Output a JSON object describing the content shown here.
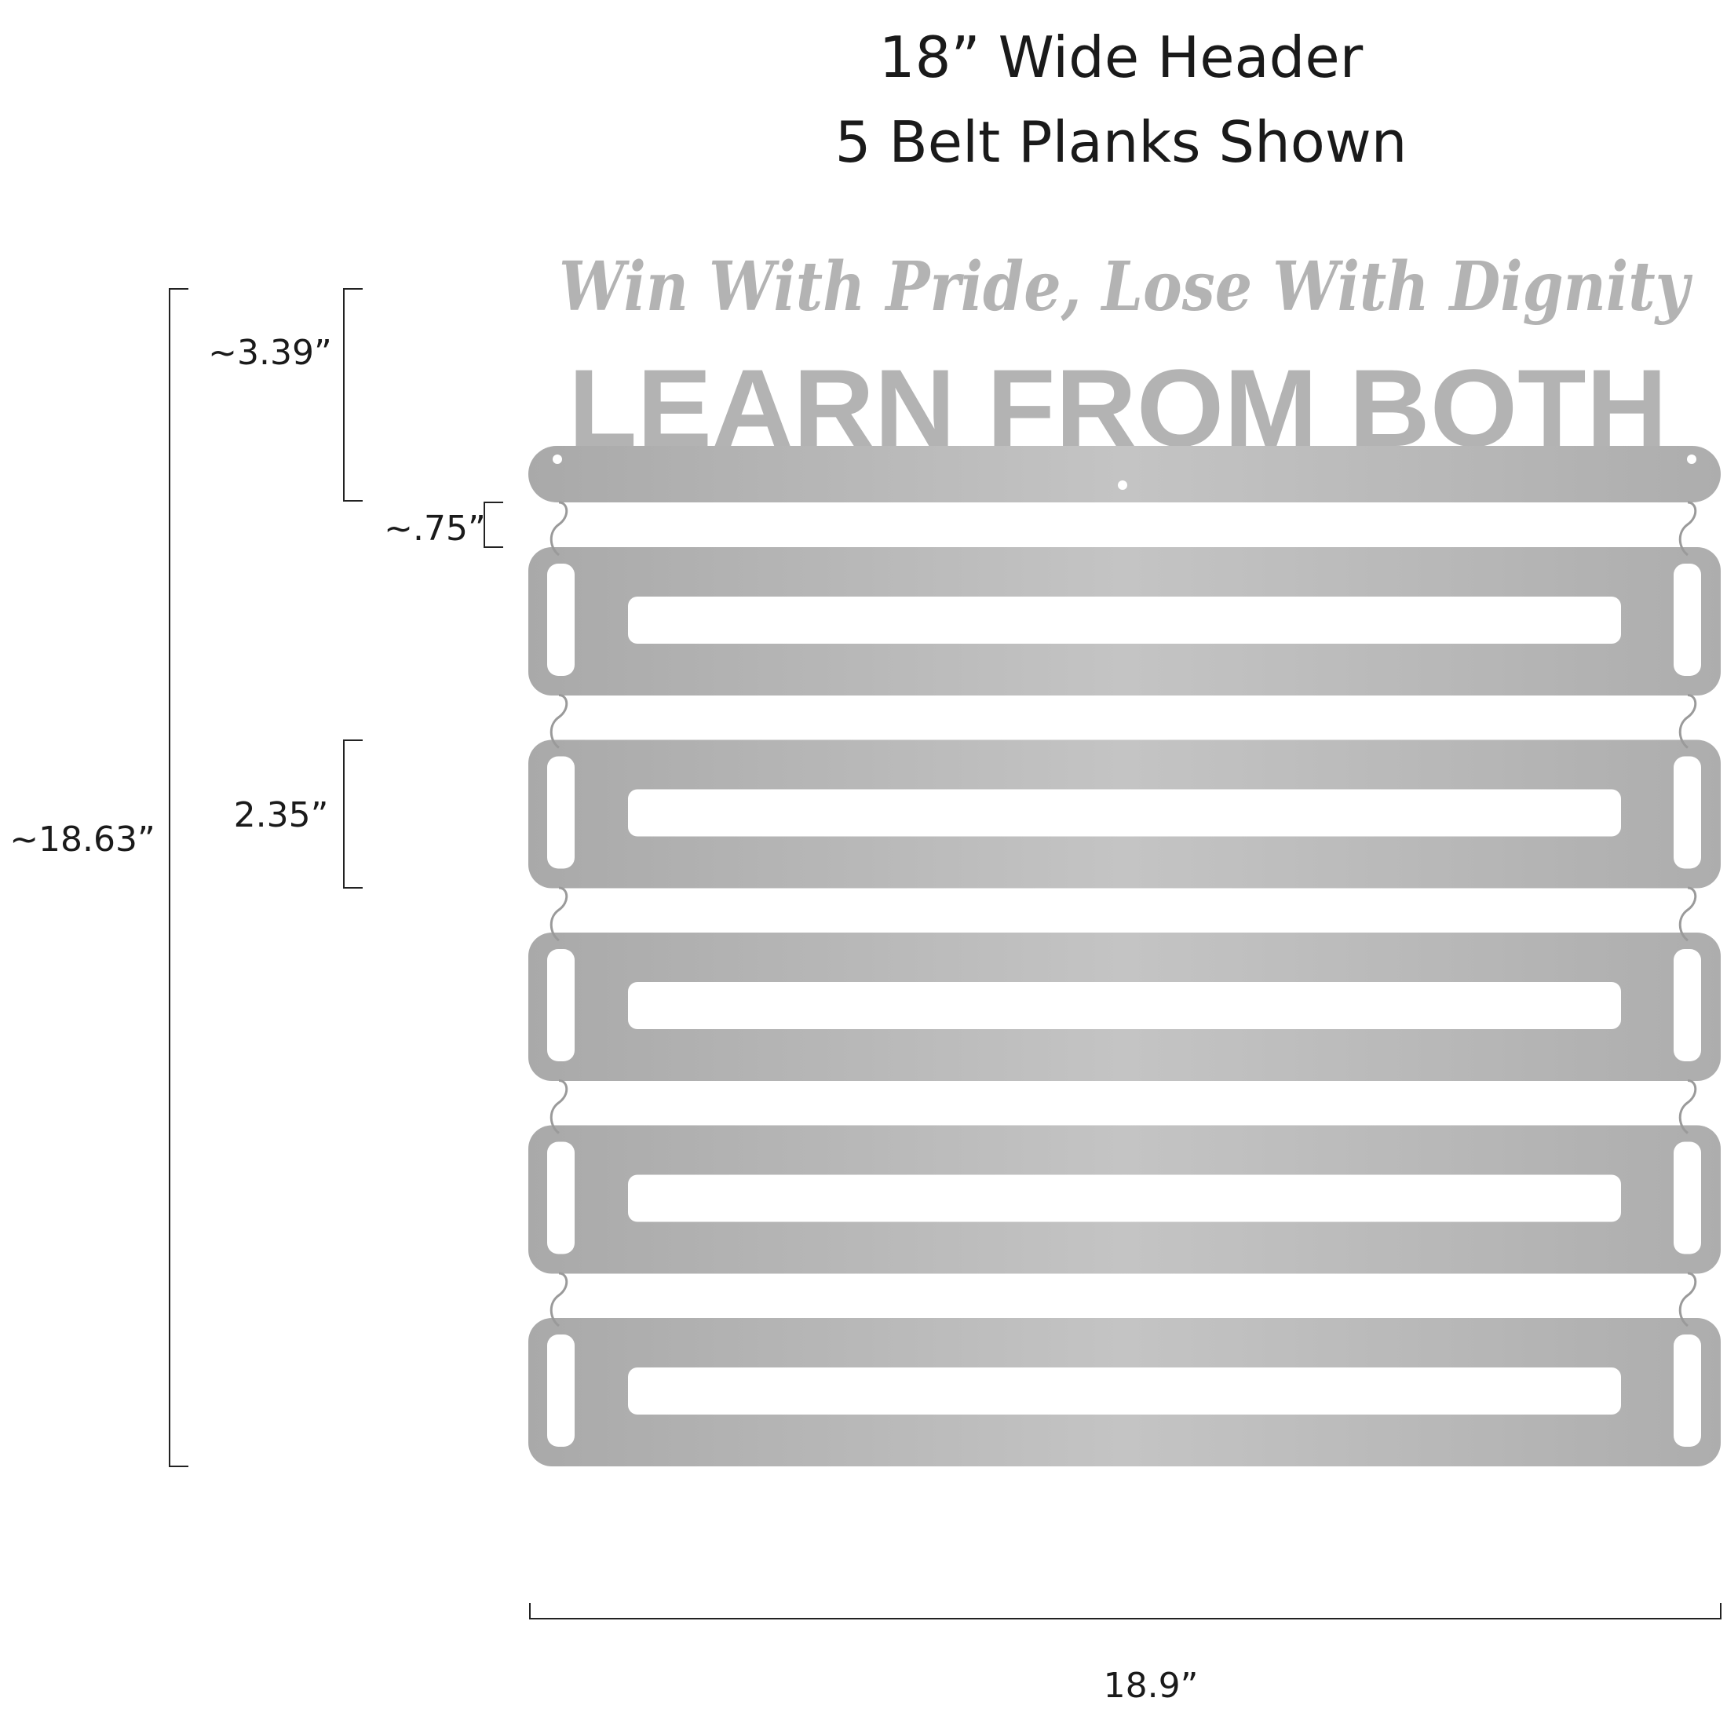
{
  "title": {
    "line1": "18”  Wide Header",
    "line2": "5 Belt Planks Shown"
  },
  "product_text": {
    "script_line": "Win With Pride, Lose With Dignity",
    "block_line": "LEARN FROM BOTH"
  },
  "dimensions": {
    "total_height": "~18.63”",
    "header_height": "~3.39”",
    "gap": "~.75”",
    "plank_height": "2.35”",
    "width": "18.9”"
  },
  "plank_count": 5,
  "colors": {
    "metal": "#b5b5b5",
    "text": "#1a1a1a"
  }
}
